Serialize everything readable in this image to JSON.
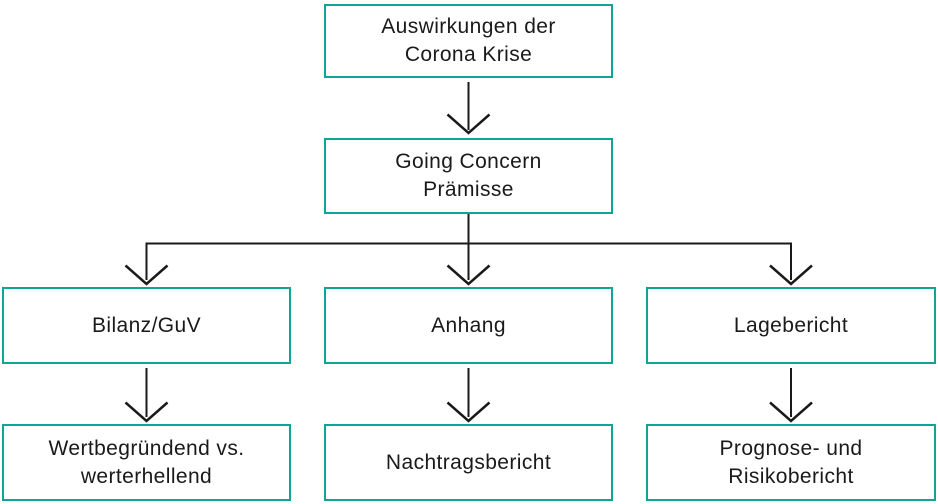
{
  "colors": {
    "box_border": "#0da596",
    "arrow": "#1a1a1a",
    "text": "#1a1a1a",
    "background": "#ffffff"
  },
  "diagram": {
    "type": "flowchart",
    "nodes": {
      "root": {
        "id": "root",
        "label_lines": [
          "Auswirkungen der",
          "Corona Krise"
        ]
      },
      "going_concern": {
        "id": "going_concern",
        "label_lines": [
          "Going Concern",
          "Prämisse"
        ]
      },
      "bilanz_guv": {
        "id": "bilanz_guv",
        "label_lines": [
          "Bilanz/GuV"
        ]
      },
      "anhang": {
        "id": "anhang",
        "label_lines": [
          "Anhang"
        ]
      },
      "lagebericht": {
        "id": "lagebericht",
        "label_lines": [
          "Lagebericht"
        ]
      },
      "wertbegruendend": {
        "id": "wertbegruendend",
        "label_lines": [
          "Wertbegründend vs.",
          "werterhellend"
        ]
      },
      "nachtragsbericht": {
        "id": "nachtragsbericht",
        "label_lines": [
          "Nachtragsbericht"
        ]
      },
      "prognose_risiko": {
        "id": "prognose_risiko",
        "label_lines": [
          "Prognose- und",
          "Risikobericht"
        ]
      }
    },
    "edges": [
      {
        "from": "root",
        "to": "going_concern"
      },
      {
        "from": "going_concern",
        "to": "bilanz_guv"
      },
      {
        "from": "going_concern",
        "to": "anhang"
      },
      {
        "from": "going_concern",
        "to": "lagebericht"
      },
      {
        "from": "bilanz_guv",
        "to": "wertbegruendend"
      },
      {
        "from": "anhang",
        "to": "nachtragsbericht"
      },
      {
        "from": "lagebericht",
        "to": "prognose_risiko"
      }
    ]
  }
}
